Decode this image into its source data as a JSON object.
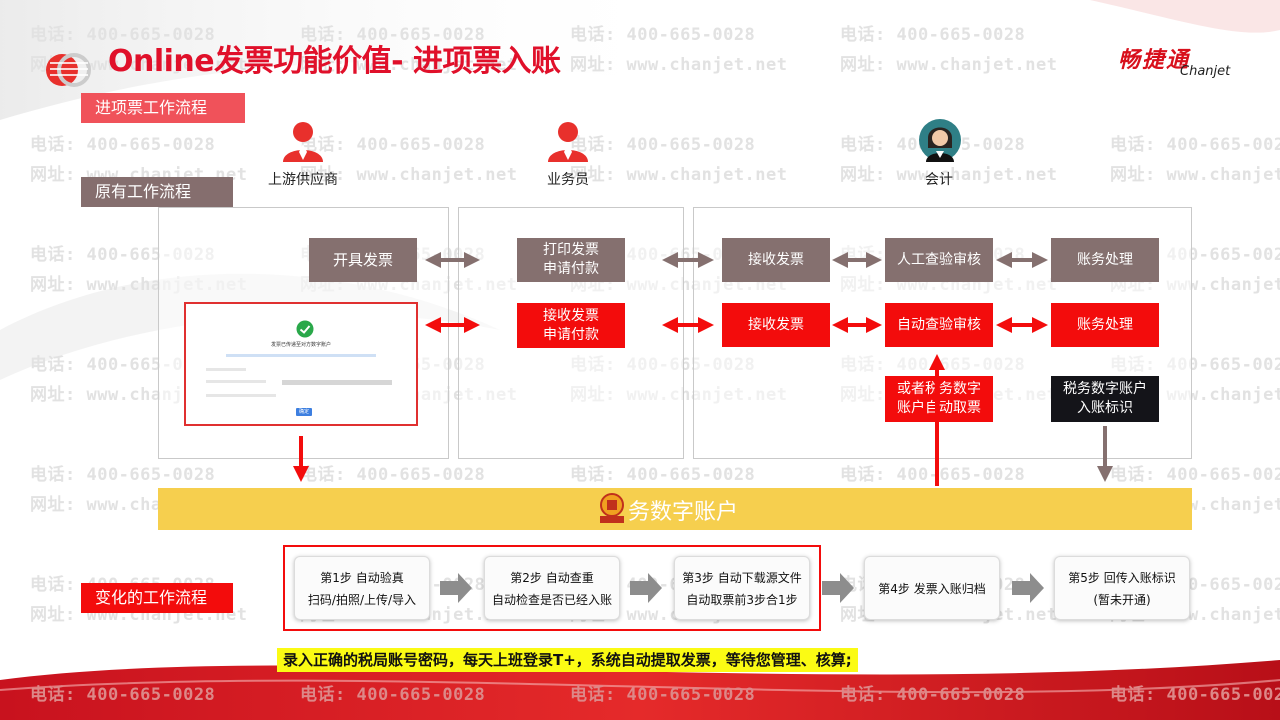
{
  "title": "Online发票功能价值- 进项票入账",
  "logo": {
    "cn": "畅捷通",
    "en": "Chanjet"
  },
  "watermark": {
    "phone": "电话: 400-665-0028",
    "site": "网址: www.chanjet.net"
  },
  "sections": {
    "workflow": "进项票工作流程",
    "original": "原有工作流程",
    "changed": "变化的工作流程"
  },
  "roles": {
    "supplier": "上游供应商",
    "salesman": "业务员",
    "accountant": "会计"
  },
  "row1": {
    "issue": "开具发票",
    "print_l1": "打印发票",
    "print_l2": "申请付款",
    "receive": "接收发票",
    "manual_check": "人工查验审核",
    "accounting": "账务处理"
  },
  "row2": {
    "receive_l1": "接收发票",
    "receive_l2": "申请付款",
    "receive": "接收发票",
    "auto_check": "自动查验审核",
    "accounting": "账务处理"
  },
  "row3": {
    "fetch_l1": "或者税务数字",
    "fetch_l2": "账户自动取票",
    "mark_l1": "税务数字账户",
    "mark_l2": "入账标识"
  },
  "tax_account_bar": "务数字账户",
  "screenshot": {
    "title": "发票已传递至对方数字账户",
    "button": "确定"
  },
  "steps": [
    {
      "title": "第1步 自动验真",
      "desc": "扫码/拍照/上传/导入"
    },
    {
      "title": "第2步 自动查重",
      "desc": "自动检查是否已经入账"
    },
    {
      "title": "第3步 自动下载源文件",
      "desc": "自动取票前3步合1步"
    },
    {
      "title": "第4步 发票入账归档",
      "desc": ""
    },
    {
      "title": "第5步 回传入账标识",
      "desc": "(暂未开通)"
    }
  ],
  "footer_note": "录入正确的税局账号密码，每天上班登录T+，系统自动提取发票，等待您管理、核算;",
  "colors": {
    "red": "#f30c0c",
    "gray_box": "#85706f",
    "dark_box": "#141419",
    "yellow_bar": "#f6cf4e",
    "title_red": "#e0102a"
  }
}
